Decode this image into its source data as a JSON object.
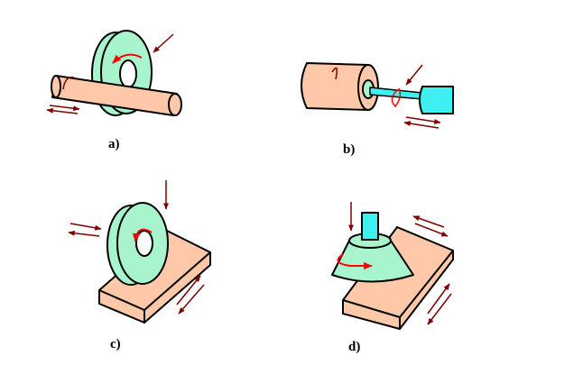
{
  "figures": [
    {
      "label": "a)",
      "name": "cylindrical-grinding-external"
    },
    {
      "label": "b)",
      "name": "internal-grinding"
    },
    {
      "label": "c)",
      "name": "surface-grinding-peripheral"
    },
    {
      "label": "d)",
      "name": "surface-grinding-face"
    }
  ],
  "colors": {
    "workpiece": "#FFC8A8",
    "wheel": "#A8F4CC",
    "spindle": "#40F0F0",
    "feed_arrow": "#800000",
    "rotation_arrow": "#FF0000",
    "outline": "#000000"
  }
}
